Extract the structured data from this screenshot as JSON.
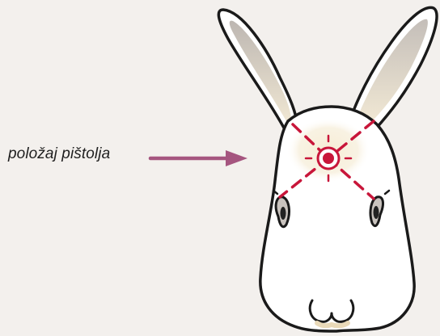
{
  "annotation": {
    "label": "položaj pištolja"
  },
  "colors": {
    "background": "#f3f0ed",
    "arrow": "#a5557f",
    "target": "#c8163a",
    "outline": "#1a1a1a",
    "inner_ear": "#cfc9c4",
    "ear_glow": "#f3ead3"
  },
  "icons": [
    "rabbit-head-illustration",
    "crosshair-target-icon",
    "pointer-arrow"
  ]
}
